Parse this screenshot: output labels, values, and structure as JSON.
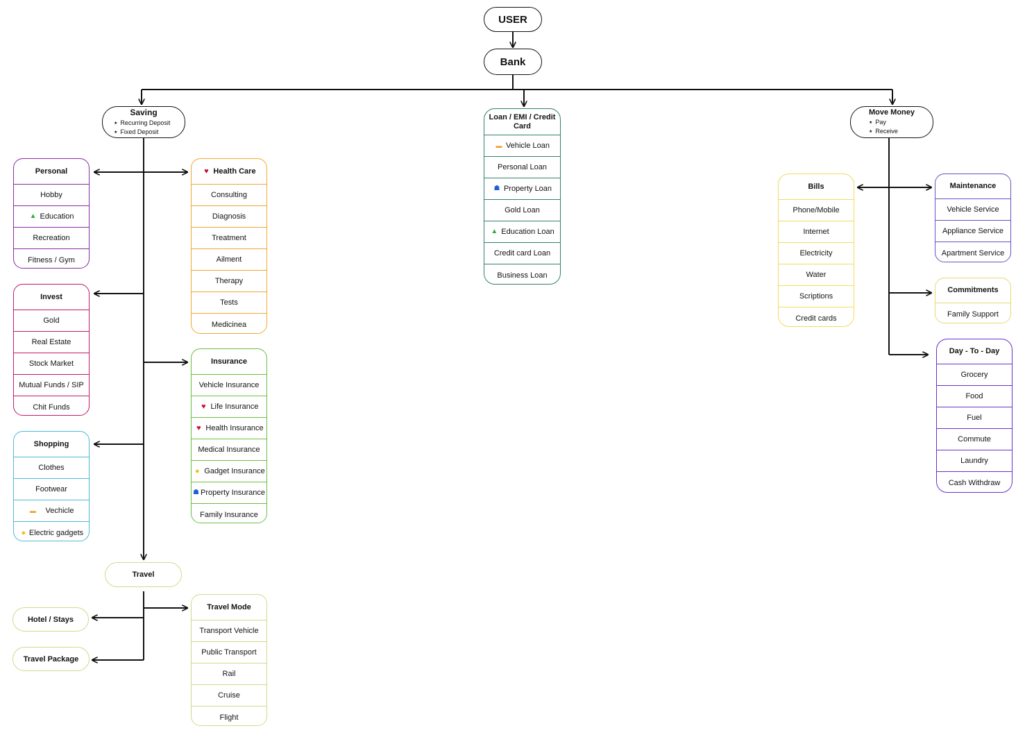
{
  "colors": {
    "black": "#111111",
    "personal": "#8a2aa6",
    "health": "#f0a830",
    "invest": "#c2186a",
    "insurance": "#6cbf3f",
    "shopping": "#4ab8d8",
    "travel": "#d4d88a",
    "loan": "#2f7f6f",
    "bills": "#f2dc5a",
    "maintenance": "#6a4fc2",
    "commitments": "#e8d870",
    "daytoday": "#6a30c8"
  },
  "user": {
    "label": "USER"
  },
  "bank": {
    "label": "Bank"
  },
  "saving": {
    "title": "Saving",
    "items": [
      "Recurring Deposit",
      "Fixed Deposit"
    ]
  },
  "move_money": {
    "title": "Move Money",
    "items": [
      "Pay",
      "Receive"
    ]
  },
  "loan": {
    "title": "Loan / EMI / Credit Card",
    "items": [
      {
        "label": "Vehicle Loan",
        "icon": "car-icon"
      },
      {
        "label": "Personal Loan",
        "icon": ""
      },
      {
        "label": "Property Loan",
        "icon": "house-icon"
      },
      {
        "label": "Gold Loan",
        "icon": ""
      },
      {
        "label": "Education Loan",
        "icon": "graduation-cap-icon"
      },
      {
        "label": "Credit card Loan",
        "icon": ""
      },
      {
        "label": "Business Loan",
        "icon": ""
      }
    ]
  },
  "personal": {
    "title": "Personal",
    "items": [
      {
        "label": "Hobby",
        "icon": ""
      },
      {
        "label": "Education",
        "icon": "graduation-cap-icon"
      },
      {
        "label": "Recreation",
        "icon": ""
      },
      {
        "label": "Fitness / Gym",
        "icon": ""
      }
    ]
  },
  "health_care": {
    "title": "Health Care",
    "title_icon": "shield-heart-icon",
    "items": [
      {
        "label": "Consulting"
      },
      {
        "label": "Diagnosis"
      },
      {
        "label": "Treatment"
      },
      {
        "label": "Ailment"
      },
      {
        "label": "Therapy"
      },
      {
        "label": "Tests"
      },
      {
        "label": "Medicinea"
      }
    ]
  },
  "invest": {
    "title": "Invest",
    "items": [
      {
        "label": "Gold"
      },
      {
        "label": "Real Estate"
      },
      {
        "label": "Stock Market"
      },
      {
        "label": "Mutual Funds / SIP"
      },
      {
        "label": "Chit Funds"
      }
    ]
  },
  "insurance": {
    "title": "Insurance",
    "items": [
      {
        "label": "Vehicle Insurance",
        "icon": ""
      },
      {
        "label": "Life Insurance",
        "icon": "shield-heart-icon"
      },
      {
        "label": "Health Insurance",
        "icon": "shield-heart-icon"
      },
      {
        "label": "Medical Insurance",
        "icon": ""
      },
      {
        "label": "Gadget Insurance",
        "icon": "lightbulb-icon"
      },
      {
        "label": "Property Insurance",
        "icon": "house-icon"
      },
      {
        "label": "Family Insurance",
        "icon": ""
      }
    ]
  },
  "shopping": {
    "title": "Shopping",
    "items": [
      {
        "label": "Clothes",
        "icon": ""
      },
      {
        "label": "Footwear",
        "icon": ""
      },
      {
        "label": "Vechicle",
        "icon": "car-icon"
      },
      {
        "label": "Electric gadgets",
        "icon": "lightbulb-icon"
      }
    ]
  },
  "travel": {
    "label": "Travel"
  },
  "hotel": {
    "label": "Hotel / Stays"
  },
  "travel_package": {
    "label": "Travel Package"
  },
  "travel_mode": {
    "title": "Travel Mode",
    "items": [
      {
        "label": "Transport Vehicle"
      },
      {
        "label": "Public Transport"
      },
      {
        "label": "Rail"
      },
      {
        "label": "Cruise"
      },
      {
        "label": "Flight"
      }
    ]
  },
  "bills": {
    "title": "Bills",
    "items": [
      {
        "label": "Phone/Mobile"
      },
      {
        "label": "Internet"
      },
      {
        "label": "Electricity"
      },
      {
        "label": "Water"
      },
      {
        "label": "Scriptions"
      },
      {
        "label": "Credit cards"
      }
    ]
  },
  "maintenance": {
    "title": "Maintenance",
    "items": [
      {
        "label": "Vehicle Service"
      },
      {
        "label": "Appliance Service"
      },
      {
        "label": "Apartment Service"
      }
    ]
  },
  "commitments": {
    "title": "Commitments",
    "items": [
      {
        "label": "Family Support"
      }
    ]
  },
  "day_to_day": {
    "title": "Day - To - Day",
    "items": [
      {
        "label": "Grocery"
      },
      {
        "label": "Food"
      },
      {
        "label": "Fuel"
      },
      {
        "label": "Commute"
      },
      {
        "label": "Laundry"
      },
      {
        "label": "Cash Withdraw"
      }
    ]
  }
}
